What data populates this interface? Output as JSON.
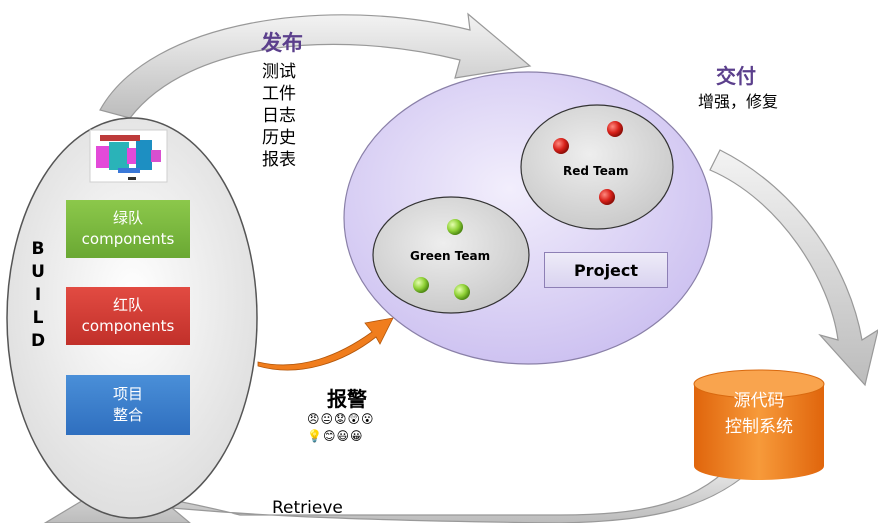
{
  "feedback": {
    "title": "发布",
    "items": [
      "测试",
      "工件",
      "日志",
      "历史",
      "报表"
    ]
  },
  "deliver": {
    "title": "交付",
    "subtitle": "增强，修复"
  },
  "build": {
    "letters": [
      "B",
      "U",
      "I",
      "L",
      "D"
    ],
    "green_box": {
      "line1": "绿队",
      "line2": "components"
    },
    "red_box": {
      "line1": "红队",
      "line2": "components"
    },
    "integrate_box": {
      "line1": "项目",
      "line2": "整合"
    }
  },
  "project": {
    "red_team": "Red Team",
    "green_team": "Green Team",
    "label": "Project"
  },
  "alert": {
    "title": "报警",
    "icon_rows": [
      "😠😐😟😲😮",
      "💡😊😃😀"
    ]
  },
  "source_control": {
    "line1": "源代码",
    "line2": "控制系统"
  },
  "retrieve": "Retrieve",
  "colors": {
    "green_box": "#7cb342",
    "red_box": "#d03a32",
    "blue_box": "#3a7dc9",
    "orange": "#f07d1d",
    "project_fill": "#d5cdf2"
  }
}
